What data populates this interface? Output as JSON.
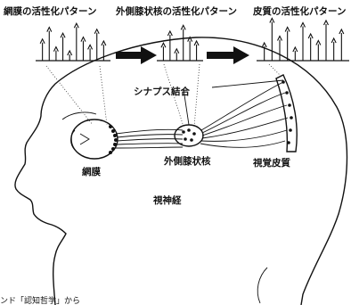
{
  "labels": {
    "retina_pattern": "網膜の活性化パターン",
    "lgn_pattern": "外側膝状核の活性化パターン",
    "cortex_pattern": "皮質の活性化パターン",
    "synapse": "シナプス結合",
    "retina": "網膜",
    "lgn": "外側膝状核",
    "visual_cortex": "視覚皮質",
    "optic_nerve": "視神経",
    "source_note": "ンド「認知哲学」から"
  },
  "patterns": {
    "retina": [
      0.55,
      0.85,
      0.35,
      0.7,
      0.25,
      0.95,
      0.6,
      0.4,
      0.8,
      0.5
    ],
    "lgn": [
      0.45,
      0.75,
      0.3,
      0.9,
      0.6,
      0.5
    ],
    "cortex": [
      0.4,
      0.95,
      0.55,
      0.75,
      0.3,
      0.85,
      0.6,
      0.45,
      0.9,
      0.5,
      0.7
    ]
  }
}
